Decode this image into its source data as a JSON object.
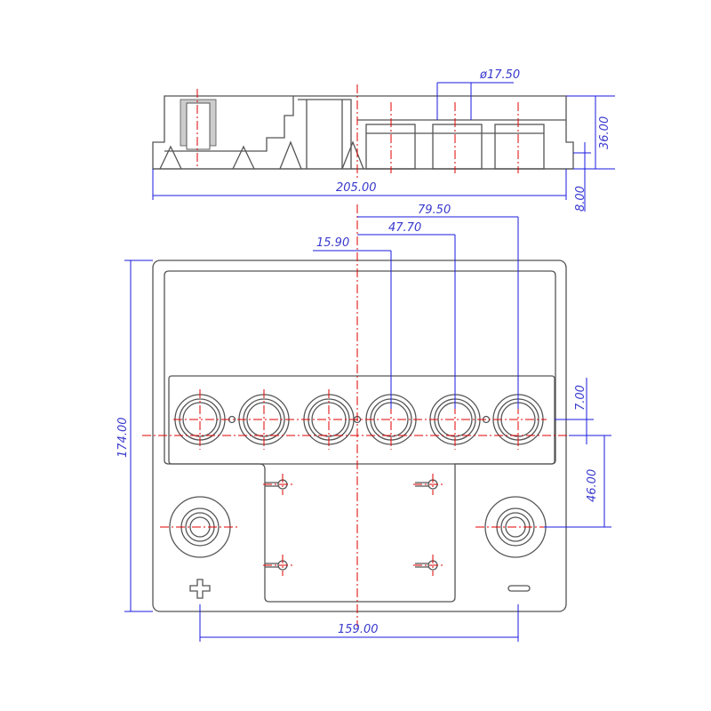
{
  "dimensions": {
    "diameter": "ø17.50",
    "overall_length": "205.00",
    "height": "36.00",
    "foot_height": "8.00",
    "offset_far": "79.50",
    "offset_mid": "47.70",
    "offset_near": "15.90",
    "width": "174.00",
    "cell_offset": "7.00",
    "terminal_offset": "46.00",
    "terminal_spacing": "159.00"
  },
  "symbols": {
    "positive": "+",
    "negative": "−"
  },
  "colors": {
    "outline": "#555555",
    "centerline": "#e00000",
    "dimension": "#1a1adf"
  }
}
